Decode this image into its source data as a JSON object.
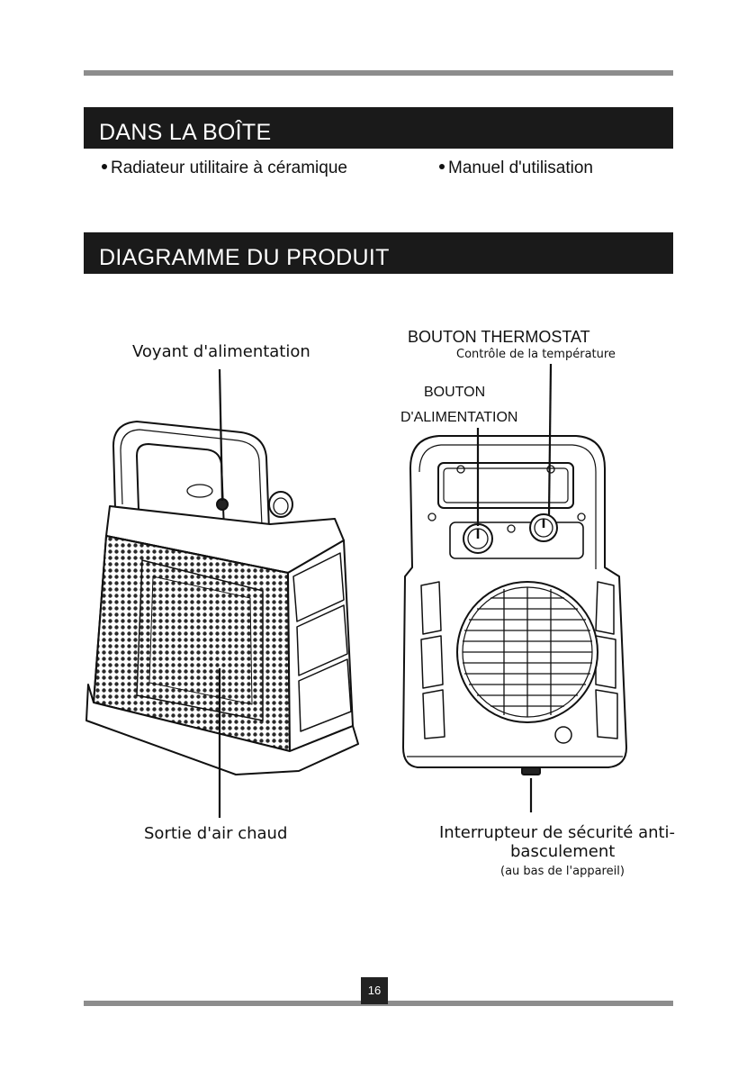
{
  "in_the_box": {
    "heading": "DANS LA BOÎTE",
    "items": [
      "Radiateur utilitaire à céramique",
      "Manuel d'utilisation"
    ]
  },
  "diagram": {
    "heading": "DIAGRAMME DU PRODUIT",
    "labels": {
      "power_light": "Voyant d'alimentation",
      "thermostat_title": "BOUTON THERMOSTAT",
      "thermostat_sub": "Contrôle de la température",
      "power_button_line1": "BOUTON",
      "power_button_line2": "D'ALIMENTATION",
      "hot_air_outlet": "Sortie d'air chaud",
      "tip_switch_line1": "Interrupteur de sécurité anti-",
      "tip_switch_line2": "basculement",
      "tip_switch_note": "(au bas de l'appareil)"
    }
  },
  "footer": {
    "page_number": "16"
  }
}
